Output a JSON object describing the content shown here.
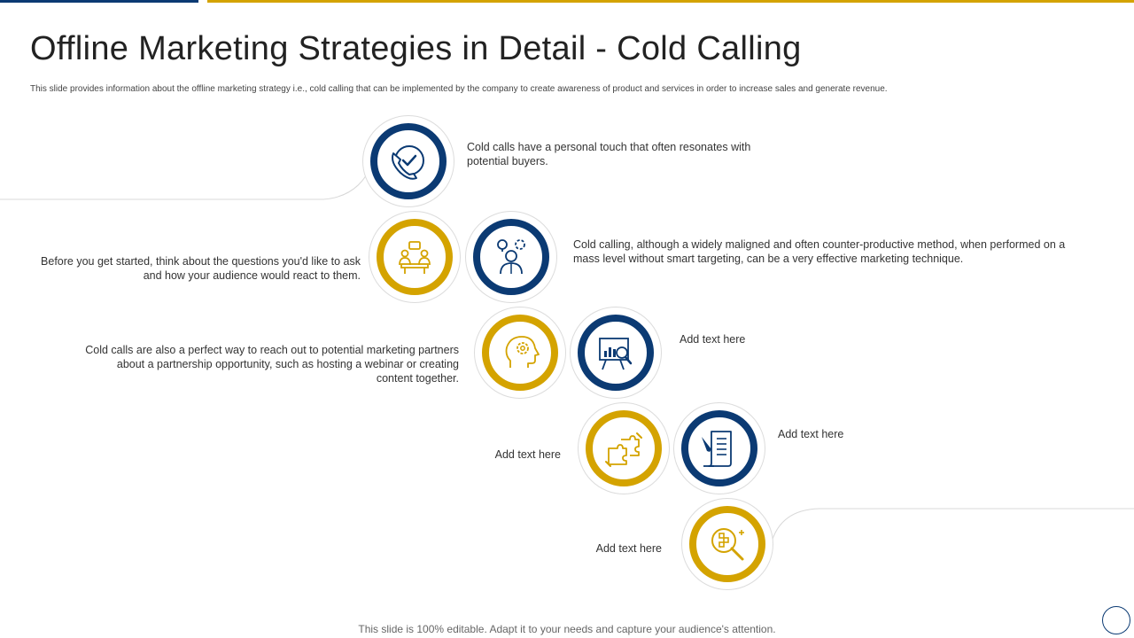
{
  "title": "Offline Marketing Strategies in Detail - Cold Calling",
  "subtitle": "This slide provides information about the offline marketing strategy i.e., cold calling that can be implemented  by the company to create awareness of product and services in order to increase sales and generate revenue.",
  "colors": {
    "blue": "#0b3a73",
    "gold": "#d4a300"
  },
  "items": [
    {
      "icon": "phone-check-icon",
      "text": "Cold calls have  a personal touch that often resonates with potential buyers."
    },
    {
      "icon": "meeting-icon",
      "text": "Before  you get started, think about the questions you'd like to ask and how your audience  would react to them."
    },
    {
      "icon": "person-ideas-icon",
      "text": "Cold calling, although  a widely maligned  and often counter-productive  method, when performed on a mass level  without smart targeting, can be a very effective  marketing technique."
    },
    {
      "icon": "head-gear-icon",
      "text": "Cold calls are also a perfect way to reach out to potential marketing partners about a partnership opportunity, such as hosting a webinar or creating content together."
    },
    {
      "icon": "presentation-analysis-icon",
      "text": "Add text here"
    },
    {
      "icon": "puzzle-hands-icon",
      "text": "Add text here"
    },
    {
      "icon": "checklist-icon",
      "text": "Add text here"
    },
    {
      "icon": "magnify-target-icon",
      "text": "Add text here"
    }
  ],
  "footer": "This slide is 100% editable. Adapt it to your needs and capture your audience's attention."
}
